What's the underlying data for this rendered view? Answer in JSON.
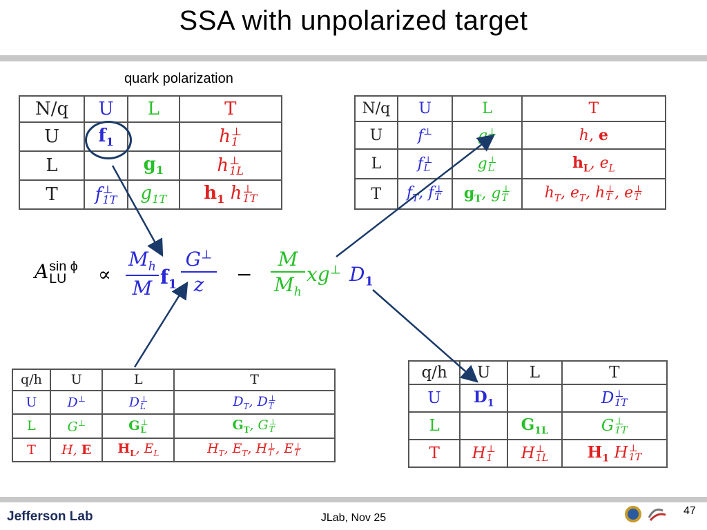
{
  "slide": {
    "title": "SSA with unpolarized  target",
    "subtitle": "quark polarization",
    "footer_org": "Jefferson Lab",
    "footer_center": "JLab, Nov 25",
    "page_number": "47"
  },
  "tables": {
    "t1": {
      "headers": [
        "N/q",
        "U",
        "L",
        "T"
      ],
      "rows": [
        "U",
        "L",
        "T"
      ]
    },
    "t2": {
      "headers": [
        "N/q",
        "U",
        "L",
        "T"
      ],
      "rows": [
        "U",
        "L",
        "T"
      ]
    },
    "t3": {
      "headers": [
        "q/h",
        "U",
        "L",
        "T"
      ],
      "rows": [
        "U",
        "L",
        "T"
      ]
    },
    "t4": {
      "headers": [
        "q/h",
        "U",
        "L",
        "T"
      ],
      "rows": [
        "U",
        "L",
        "T"
      ]
    }
  },
  "formula": {
    "lhs": "A",
    "lhs_sup": "sin ϕ",
    "lhs_sub": "LU",
    "proportional": "∝",
    "minus": "−"
  },
  "colors": {
    "blue": "#2a2ad8",
    "green": "#28c028",
    "red": "#e02020",
    "arrow": "#1a3a6a"
  }
}
